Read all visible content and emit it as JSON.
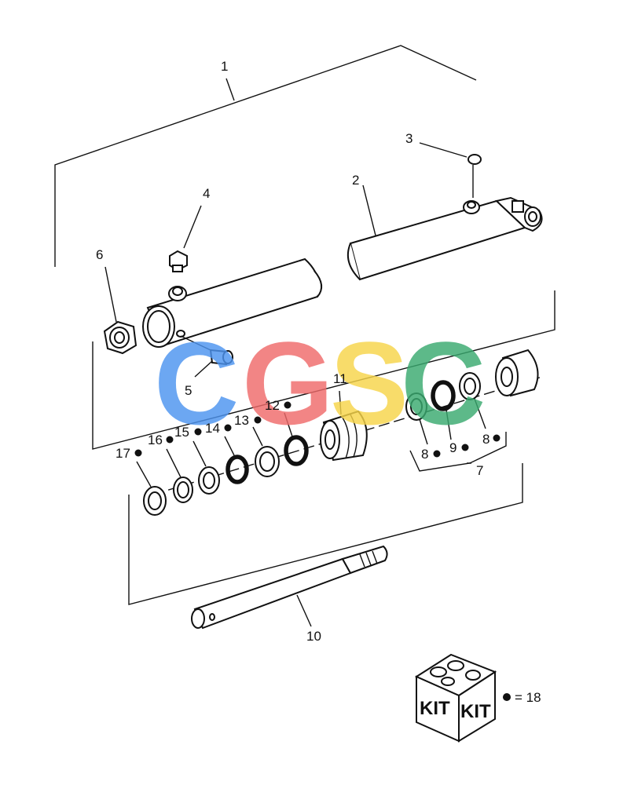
{
  "diagram": {
    "callouts": {
      "c1": "1",
      "c2": "2",
      "c3": "3",
      "c4": "4",
      "c5": "5",
      "c6": "6",
      "c7": "7",
      "c8a": "8",
      "c8b": "8",
      "c9": "9",
      "c10": "10",
      "c11": "11",
      "c12": "12",
      "c13": "13",
      "c14": "14",
      "c15": "15",
      "c16": "16",
      "c17": "17"
    },
    "watermark": {
      "letters": [
        "C",
        "G",
        "S",
        "C"
      ],
      "colors": [
        "#4d94f0",
        "#f06b6b",
        "#f7d54a",
        "#3aaa70"
      ]
    },
    "kit": {
      "label_left": "KIT",
      "label_right": "KIT",
      "legend": "= 18"
    }
  }
}
